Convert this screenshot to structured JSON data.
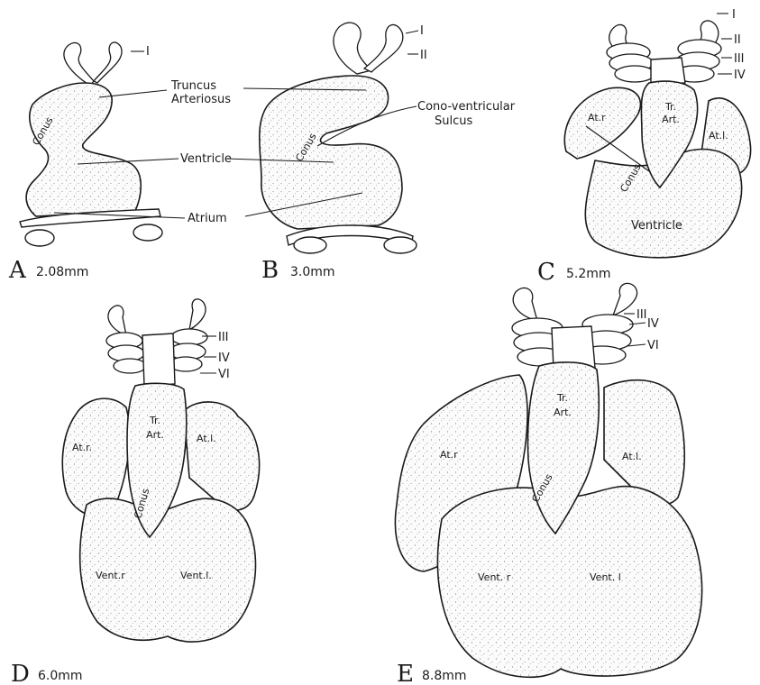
{
  "panels": {
    "A": {
      "letter": "A",
      "size": "2.08mm",
      "labels": {
        "arch_I": "I",
        "truncus": "Truncus\nArteriosus",
        "conus": "Conus",
        "ventricle": "Ventricle",
        "atrium": "Atrium"
      }
    },
    "B": {
      "letter": "B",
      "size": "3.0mm",
      "labels": {
        "arch_I": "I",
        "arch_II": "II",
        "sulcus": "Cono-ventricular\nSulcus",
        "conus": "Conus"
      }
    },
    "C": {
      "letter": "C",
      "size": "5.2mm",
      "labels": {
        "arch_I": "I",
        "arch_II": "II",
        "arch_III": "III",
        "arch_IV": "IV",
        "tr_art": "Tr.\nArt.",
        "at_r": "At.r",
        "at_l": "At.l.",
        "conus": "Conus",
        "ventricle": "Ventricle"
      }
    },
    "D": {
      "letter": "D",
      "size": "6.0mm",
      "labels": {
        "arch_III": "III",
        "arch_IV": "IV",
        "arch_VI": "VI",
        "tr_art": "Tr.\nArt.",
        "at_r": "At.r.",
        "at_l": "At.l.",
        "conus": "Conus",
        "vent_r": "Vent.r",
        "vent_l": "Vent.l."
      }
    },
    "E": {
      "letter": "E",
      "size": "8.8mm",
      "labels": {
        "arch_III": "III",
        "arch_IV": "IV",
        "arch_VI": "VI",
        "tr_art": "Tr.\nArt.",
        "at_r": "At.r",
        "at_l": "At.l.",
        "conus": "Conus",
        "vent_r": "Vent. r",
        "vent_l": "Vent. l"
      }
    }
  }
}
